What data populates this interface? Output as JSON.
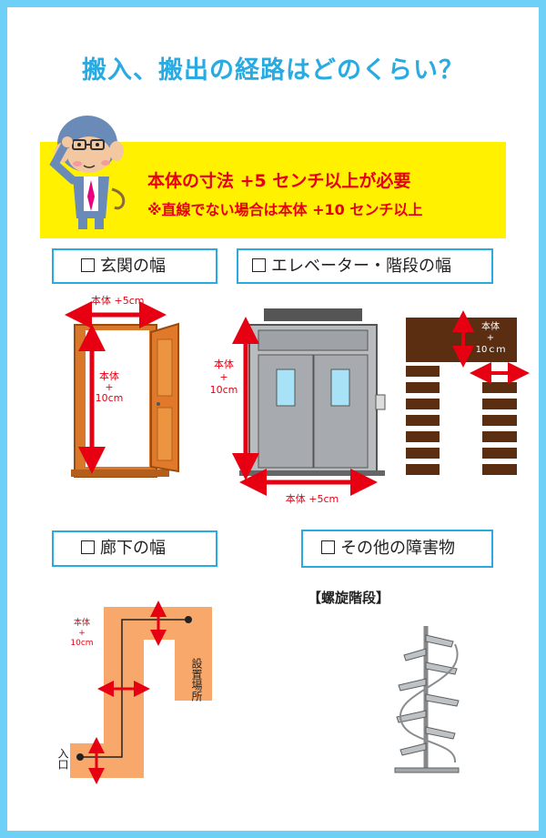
{
  "title": "搬入、搬出の経路はどのくらい？",
  "banner": {
    "line1": "本体の寸法 +5 センチ以上が必要",
    "line2": "※直線でない場合は本体 +10 センチ以上"
  },
  "sections": [
    "玄関の幅",
    "エレベーター・階段の幅",
    "廊下の幅",
    "その他の障害物"
  ],
  "notes": {
    "door_width": "本体 +5cm",
    "honntai": "本体",
    "plus": "+",
    "ten_cm": "10cm",
    "ten_cm_spaced": "10ｃｍ"
  },
  "labels": {
    "install_location": "設置場所",
    "entrance": "入口",
    "spiral": "【螺旋階段】"
  },
  "colors": {
    "accent_blue": "#29abe2",
    "banner_yellow": "#fff100",
    "warning_red": "#e60012"
  }
}
